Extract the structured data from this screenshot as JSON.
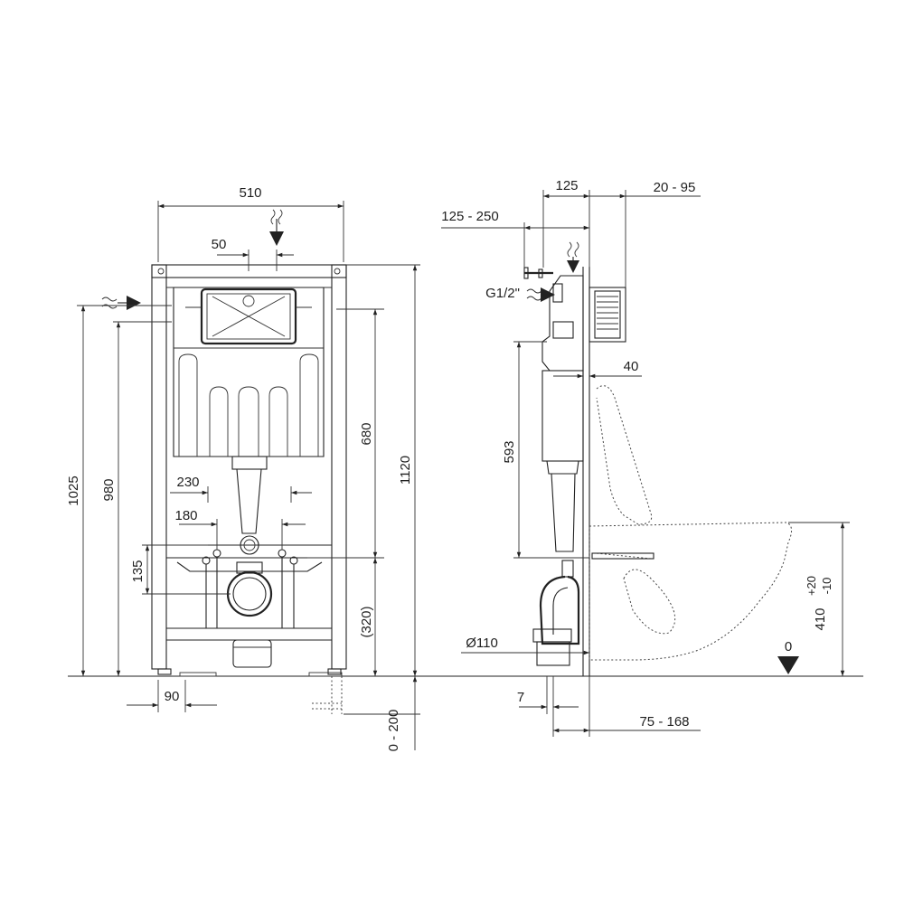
{
  "front_view": {
    "width_label": "510",
    "flush_offset_label": "50",
    "height_1025_label": "1025",
    "height_980_label": "980",
    "height_680_label": "680",
    "height_1120_label": "1120",
    "bolt_spacing_230_label": "230",
    "bolt_spacing_180_label": "180",
    "height_135_label": "135",
    "height_320_label": "(320)",
    "foot_90_label": "90",
    "foot_adjust_label": "0 - 200"
  },
  "side_view": {
    "depth_125_label": "125",
    "depth_20_95_label": "20 - 95",
    "depth_125_250_label": "125 - 250",
    "water_inlet_label": "G1/2\"",
    "depth_40_label": "40",
    "height_593_label": "593",
    "pipe_diameter_label": "Ø110",
    "offset_7_label": "7",
    "offset_75_168_label": "75 - 168",
    "height_410_label": "410",
    "tolerance_plus_label": "+20",
    "tolerance_minus_label": "-10",
    "floor_zero_label": "0"
  }
}
